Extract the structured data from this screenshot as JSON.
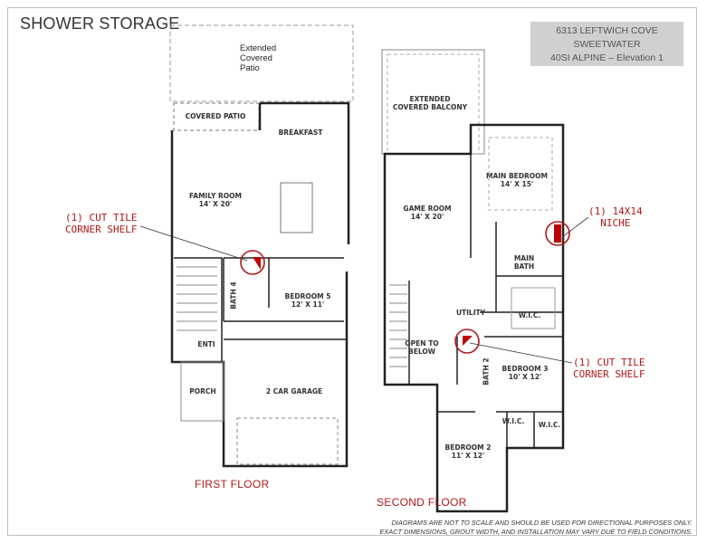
{
  "title": "SHOWER STORAGE",
  "info_box": {
    "line1": "6313 LEFTWICH COVE",
    "line2": "SWEETWATER",
    "line3": "40SI ALPINE – Elevation 1"
  },
  "first_floor": {
    "label": "FIRST FLOOR",
    "rooms": {
      "extended_patio": [
        "Extended",
        "Covered",
        "Patio"
      ],
      "covered_patio": "COVERED PATIO",
      "breakfast": "BREAKFAST",
      "family_room": [
        "FAMILY ROOM",
        "14' X 20'"
      ],
      "bath4": "BATH 4",
      "bedroom5": [
        "BEDROOM 5",
        "12' X 11'"
      ],
      "entry": "ENTI",
      "porch": "PORCH",
      "garage": "2 CAR GARAGE"
    },
    "callout": [
      "(1) CUT TILE",
      "CORNER SHELF"
    ]
  },
  "second_floor": {
    "label": "SECOND FLOOR",
    "rooms": {
      "balcony": [
        "EXTENDED",
        "COVERED BALCONY"
      ],
      "main_bedroom": [
        "MAIN BEDROOM",
        "14' X 15'"
      ],
      "game_room": [
        "GAME ROOM",
        "14' X 20'"
      ],
      "main_bath": [
        "MAIN",
        "BATH"
      ],
      "utility": "UTILITY",
      "wic_main": "W.I.C.",
      "open_below": [
        "OPEN TO",
        "BELOW"
      ],
      "bath2": "BATH 2",
      "bedroom3": [
        "BEDROOM 3",
        "10' X 12'"
      ],
      "wic_b2": "W.I.C.",
      "wic_b3": "W.I.C.",
      "bedroom2": [
        "BEDROOM 2",
        "11' X 12'"
      ]
    },
    "callout_niche": [
      "(1) 14X14",
      "NICHE"
    ],
    "callout_shelf": [
      "(1) CUT TILE",
      "CORNER SHELF"
    ]
  },
  "disclaimer": {
    "line1": "DIAGRAMS ARE NOT TO SCALE AND SHOULD BE USED FOR DIRECTIONAL PURPOSES ONLY.",
    "line2": "EXACT DIMENSIONS, GROUT WIDTH, AND INSTALLATION MAY VARY DUE TO FIELD CONDITIONS."
  },
  "colors": {
    "accent_red": "#b01818",
    "info_box_bg": "#d0d0d0",
    "wall": "#222222"
  }
}
